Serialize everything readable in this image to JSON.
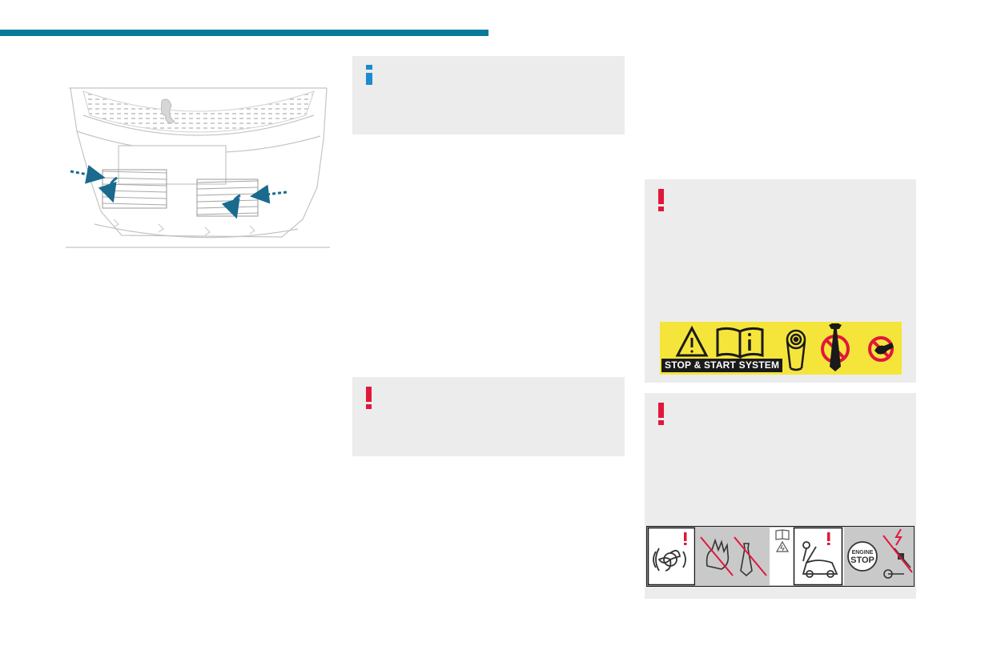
{
  "labels": {
    "stop_start_caption": "STOP & START SYSTEM",
    "engine_word": "ENGINE",
    "stop_word": "STOP"
  },
  "icons": {
    "info_panel": "info-icon",
    "warning_panels": "exclamation-icon",
    "yellow_label": [
      "warning-triangle-icon",
      "manual-info-icon",
      "belt-pulley-icon",
      "no-tie-icon",
      "no-hand-icon"
    ],
    "grey_label": [
      "fan-warning-icon",
      "no-hand-icon",
      "no-tie-icon",
      "manual-warning-icon",
      "bonnet-warning-icon",
      "engine-stop-icon"
    ]
  },
  "colors": {
    "accent_rule": "#0a7a9b",
    "info": "#1b8bd0",
    "warning": "#e1173c",
    "panel_bg": "#ececec",
    "label_yellow": "#f5e53a"
  }
}
